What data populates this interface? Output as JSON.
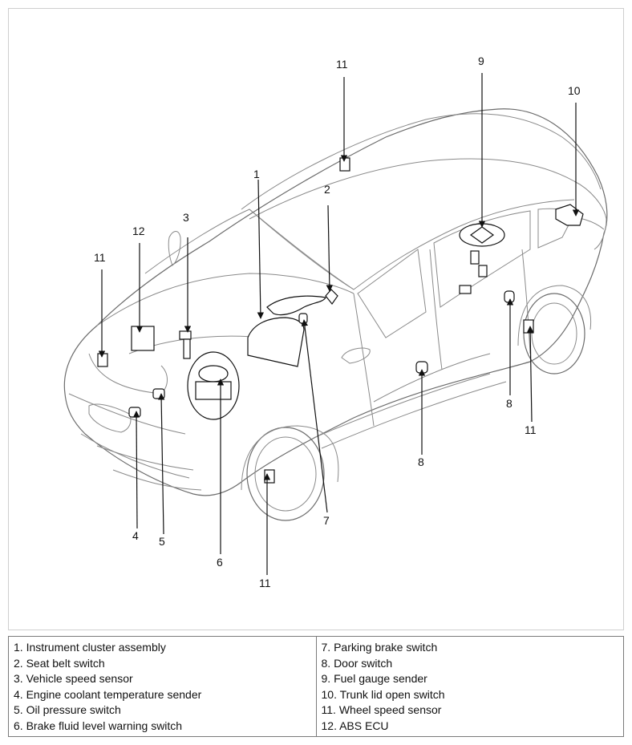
{
  "callouts": [
    {
      "id": "1",
      "label": "1"
    },
    {
      "id": "2",
      "label": "2"
    },
    {
      "id": "3",
      "label": "3"
    },
    {
      "id": "4",
      "label": "4"
    },
    {
      "id": "5",
      "label": "5"
    },
    {
      "id": "6",
      "label": "6"
    },
    {
      "id": "7",
      "label": "7"
    },
    {
      "id": "8a",
      "label": "8"
    },
    {
      "id": "8b",
      "label": "8"
    },
    {
      "id": "9",
      "label": "9"
    },
    {
      "id": "10",
      "label": "10"
    },
    {
      "id": "11a",
      "label": "11"
    },
    {
      "id": "11b",
      "label": "11"
    },
    {
      "id": "11c",
      "label": "11"
    },
    {
      "id": "11d",
      "label": "11"
    },
    {
      "id": "12",
      "label": "12"
    }
  ],
  "legend": {
    "left": [
      "1. Instrument cluster assembly",
      "2. Seat belt switch",
      "3. Vehicle speed sensor",
      "4. Engine coolant temperature sender",
      "5. Oil pressure switch",
      "6. Brake fluid level warning switch"
    ],
    "right": [
      "7. Parking brake switch",
      "8. Door switch",
      "9. Fuel gauge sender",
      "10. Trunk lid open switch",
      "11. Wheel speed sensor",
      "12. ABS ECU"
    ]
  }
}
